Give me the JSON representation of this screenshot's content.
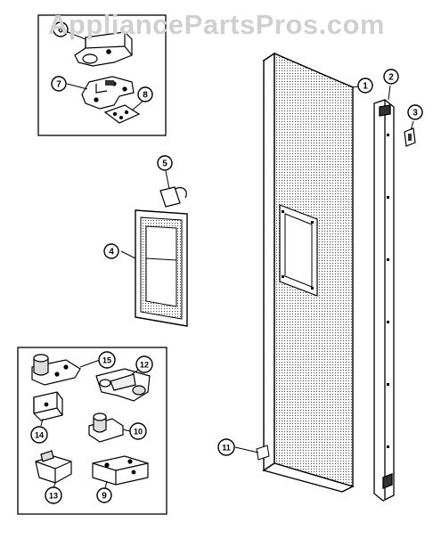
{
  "watermark": "AppliancePartsPros.com",
  "callouts": [
    {
      "id": "c1",
      "label": "1"
    },
    {
      "id": "c2",
      "label": "2"
    },
    {
      "id": "c3",
      "label": "3"
    },
    {
      "id": "c4",
      "label": "4"
    },
    {
      "id": "c5",
      "label": "5"
    },
    {
      "id": "c6",
      "label": "6"
    },
    {
      "id": "c7",
      "label": "7"
    },
    {
      "id": "c8",
      "label": "8"
    },
    {
      "id": "c9",
      "label": "9"
    },
    {
      "id": "c10",
      "label": "10"
    },
    {
      "id": "c11",
      "label": "11"
    },
    {
      "id": "c12",
      "label": "12"
    },
    {
      "id": "c13",
      "label": "13"
    },
    {
      "id": "c14",
      "label": "14"
    },
    {
      "id": "c15",
      "label": "15"
    }
  ]
}
